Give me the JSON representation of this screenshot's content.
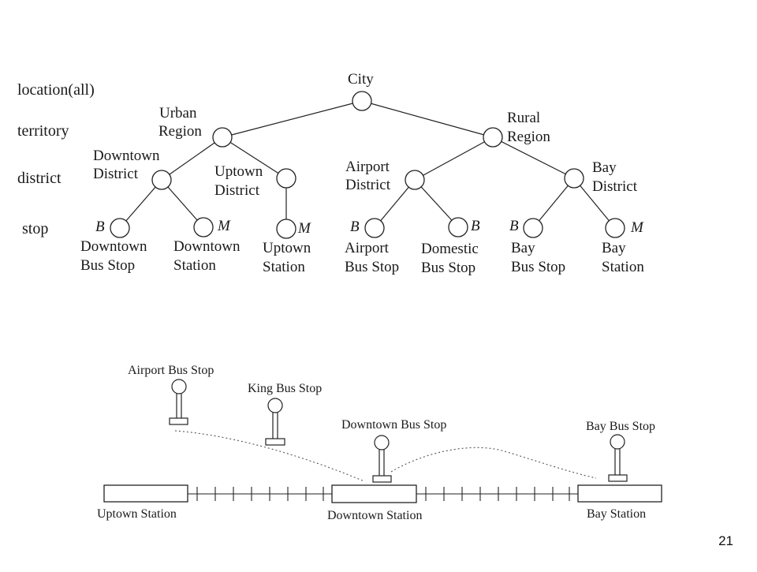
{
  "hierarchy": {
    "levels": [
      "location(all)",
      "territory",
      "district",
      "stop"
    ],
    "nodes": {
      "city": [
        "City"
      ],
      "urban": [
        "Urban",
        "Region"
      ],
      "rural": [
        "Rural",
        "Region"
      ],
      "downtown_district": [
        "Downtown",
        "District"
      ],
      "uptown_district": [
        "Uptown",
        "District"
      ],
      "airport_district": [
        "Airport",
        "District"
      ],
      "bay_district": [
        "Bay",
        "District"
      ],
      "downtown_bus_stop": [
        "Downtown",
        "Bus Stop"
      ],
      "downtown_station": [
        "Downtown",
        "Station"
      ],
      "uptown_station": [
        "Uptown",
        "Station"
      ],
      "airport_bus_stop": [
        "Airport",
        "Bus Stop"
      ],
      "domestic_bus_stop": [
        "Domestic",
        "Bus Stop"
      ],
      "bay_bus_stop": [
        "Bay",
        "Bus Stop"
      ],
      "bay_station": [
        "Bay",
        "Station"
      ]
    },
    "stop_types": {
      "downtown_bus_stop": "B",
      "downtown_station": "M",
      "uptown_station": "M",
      "airport_bus_stop": "B",
      "domestic_bus_stop": "B",
      "bay_bus_stop": "B",
      "bay_station": "M"
    }
  },
  "map": {
    "bus_stops": {
      "airport": "Airport Bus Stop",
      "king": "King Bus Stop",
      "downtown": "Downtown Bus Stop",
      "bay": "Bay Bus Stop"
    },
    "stations": {
      "uptown": "Uptown Station",
      "downtown": "Downtown Station",
      "bay": "Bay Station"
    }
  },
  "page_number": "21"
}
